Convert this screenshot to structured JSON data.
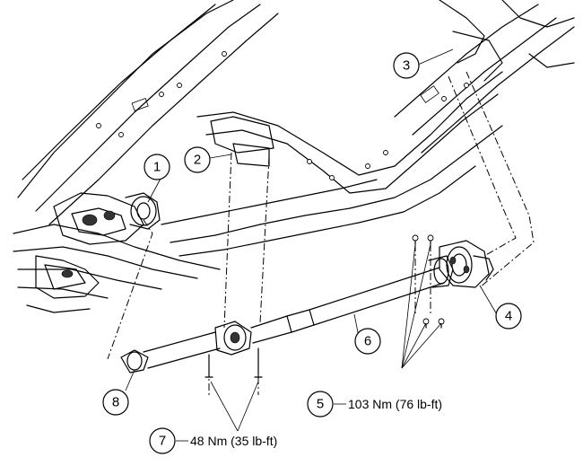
{
  "callouts": {
    "c1": "1",
    "c2": "2",
    "c3": "3",
    "c4": "4",
    "c5": "5",
    "c6": "6",
    "c7": "7",
    "c8": "8"
  },
  "torque": {
    "t5": "103 Nm (76 lb-ft)",
    "t7": "48 Nm (35 lb-ft)"
  }
}
